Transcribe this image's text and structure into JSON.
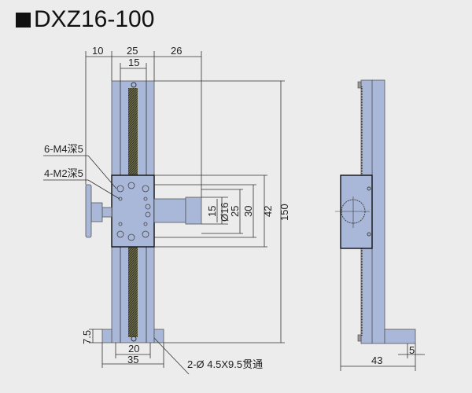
{
  "title": "DXZ16-100",
  "colors": {
    "body": "#a9b7d9",
    "background": "#ececec",
    "screw": "#5a5a3c"
  },
  "front_view": {
    "dims_top": [
      "10",
      "25",
      "26",
      "15"
    ],
    "dims_right": [
      "15",
      "Ø16",
      "25",
      "30",
      "42",
      "150"
    ],
    "dims_bottom": [
      "7.5",
      "20",
      "35"
    ],
    "callouts": [
      "6-M4深5",
      "4-M2深5",
      "2-Ø 4.5X9.5贯通"
    ]
  },
  "side_view": {
    "dims": [
      "43",
      "5"
    ]
  }
}
